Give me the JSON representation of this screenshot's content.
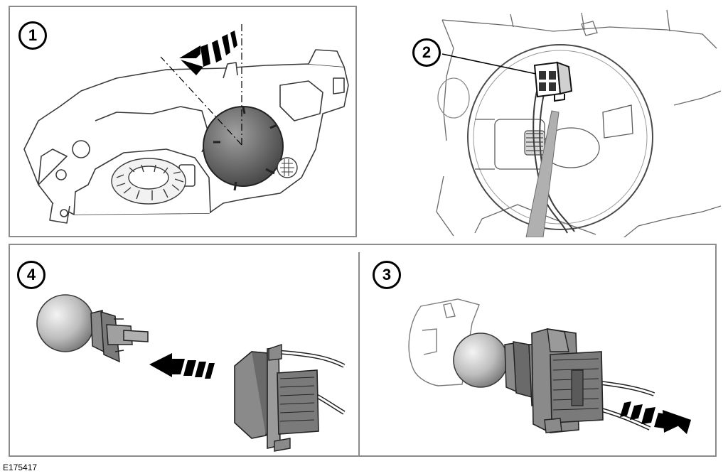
{
  "steps": {
    "one": "1",
    "two": "2",
    "three": "3",
    "four": "4"
  },
  "figure_code": "E175417",
  "colors": {
    "line_art": "#3a3a3a",
    "panel_border": "#8c8c8c",
    "bulb_gray": "#a8a8a8",
    "connector_gray": "#8a8a8a",
    "arrow_black": "#000000"
  }
}
